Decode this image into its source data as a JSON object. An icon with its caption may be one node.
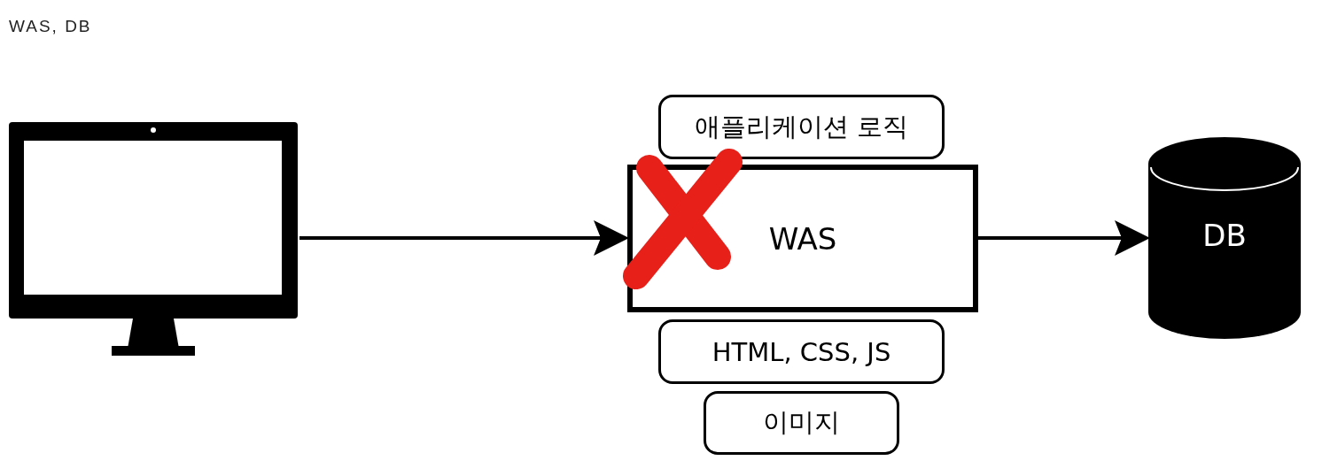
{
  "diagram": {
    "title": "WAS, DB",
    "nodes": [
      {
        "text": [],
        "shape": "monitor"
      },
      {
        "text": [
          "애플리케이션 로직"
        ]
      },
      {
        "text": [
          "WAS"
        ]
      },
      {
        "text": [
          "HTML, CSS, JS"
        ]
      },
      {
        "text": [
          "이미지"
        ]
      },
      {
        "text": [
          "DB"
        ]
      }
    ],
    "edges": [
      {
        "from": 0,
        "to": 2,
        "arrow": "to"
      },
      {
        "from": 2,
        "to": 5,
        "arrow": "to"
      }
    ]
  }
}
